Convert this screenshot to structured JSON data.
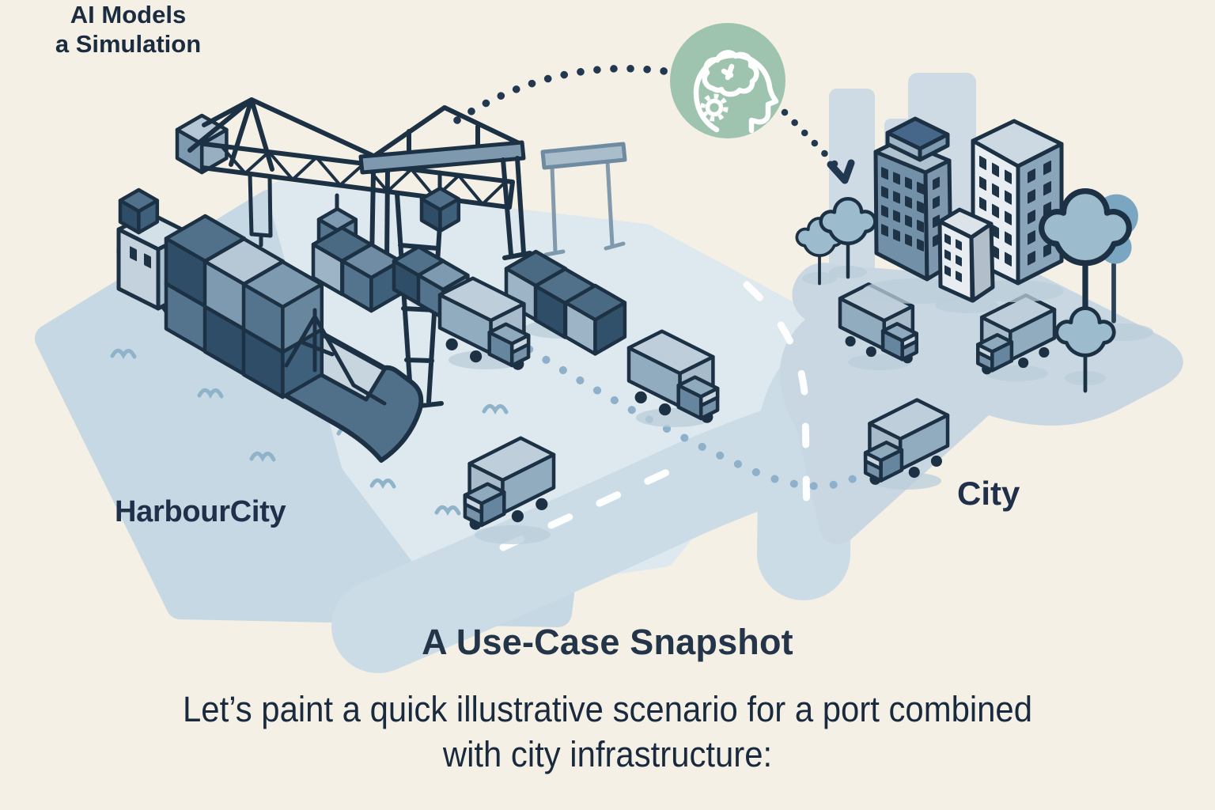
{
  "illustration": {
    "port_label": "HarbourCity",
    "city_label": "City",
    "ai_caption_line1": "AI Models",
    "ai_caption_line2": "a Simulation",
    "icons": {
      "ai_icon": "head-with-brain-and-gear",
      "connector_left": "dotted-arc",
      "connector_right": "dotted-arrow"
    },
    "colors": {
      "background": "#f4f0e5",
      "ink": "#1d3145",
      "water": "#c5d8e4",
      "dock": "#dde8ef",
      "road": "#ccdce7",
      "city_platform": "#c9d7e2",
      "ai_badge_green": "#9ec4af",
      "route_dots_blue": "#8fb0ca",
      "tree_light": "#9cbccd",
      "tree_dark": "#7aa6c2"
    }
  },
  "caption": {
    "title": "A Use-Case Snapshot",
    "subtitle_line1": "Let’s paint a quick illustrative scenario for a port combined",
    "subtitle_line2": "with city infrastructure:"
  }
}
